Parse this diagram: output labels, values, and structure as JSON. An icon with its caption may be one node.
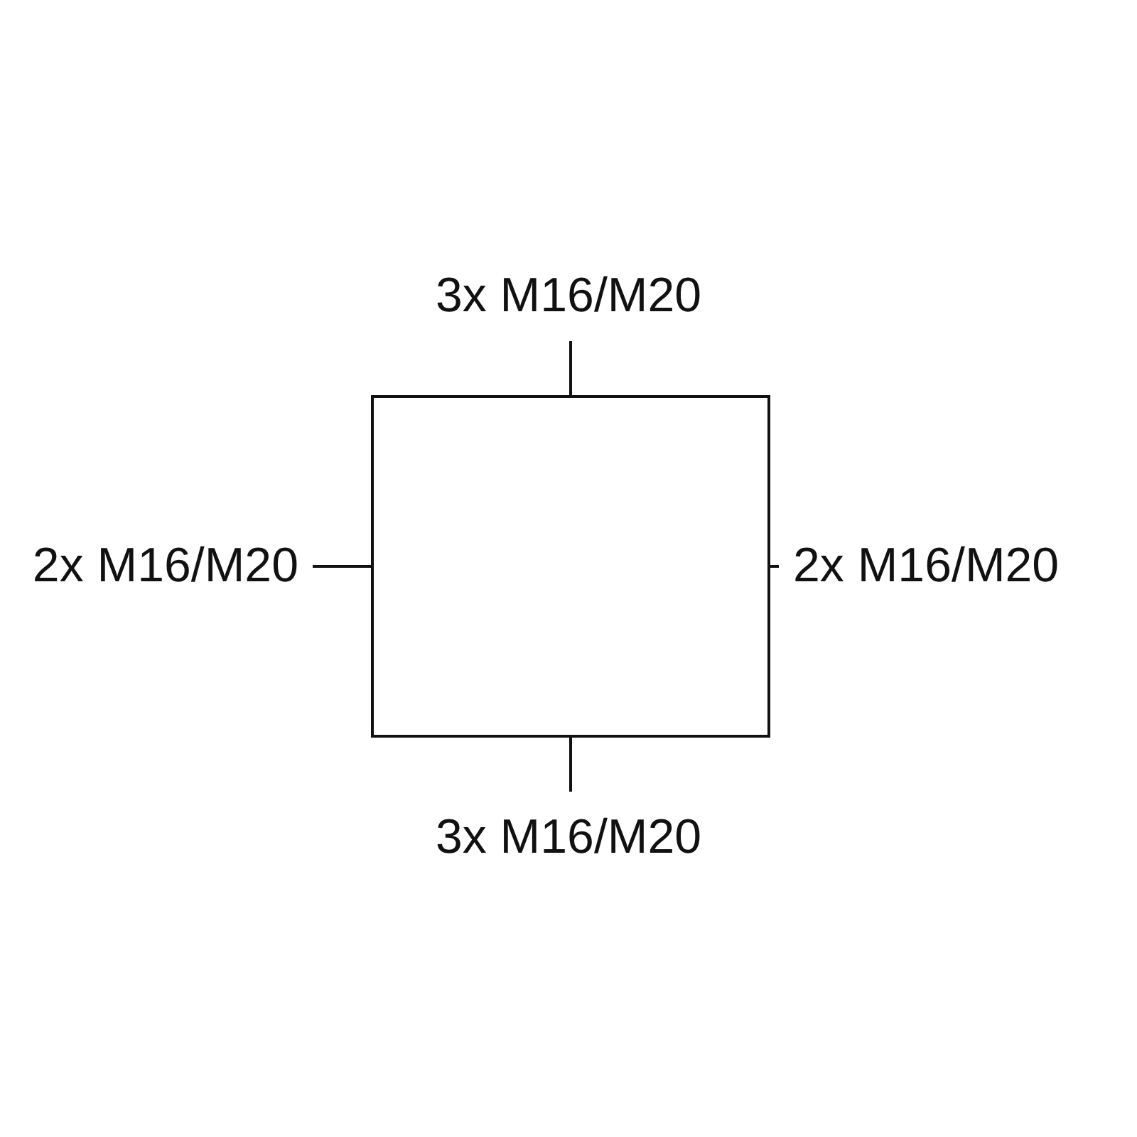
{
  "diagram": {
    "nodes": [
      {
        "text": [],
        "shape": "box"
      },
      {
        "text": [
          "3x M16/M20"
        ]
      },
      {
        "text": [
          "2x M16/M20"
        ]
      },
      {
        "text": [
          "2x M16/M20"
        ]
      },
      {
        "text": [
          "3x M16/M20"
        ]
      }
    ],
    "edges": [
      {
        "from": 1,
        "to": 0,
        "arrow": "none"
      },
      {
        "from": 2,
        "to": 0,
        "arrow": "none"
      },
      {
        "from": 3,
        "to": 0,
        "arrow": "none"
      },
      {
        "from": 4,
        "to": 0,
        "arrow": "none"
      }
    ]
  }
}
